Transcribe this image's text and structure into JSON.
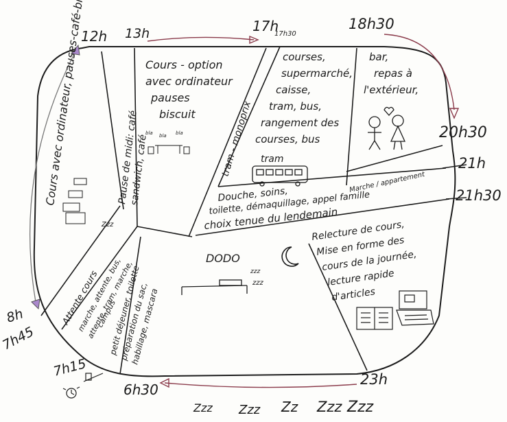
{
  "times": {
    "t12h": "12h",
    "t13h": "13h",
    "t17h": "17h",
    "t17h30": "17h30",
    "t18h30": "18h30",
    "t20h30": "20h30",
    "t21h": "21h",
    "t21h30": "21h30",
    "t23h": "23h",
    "t6h30": "6h30",
    "t7h15": "7h15",
    "t7h45": "7h45",
    "t8h": "8h"
  },
  "sections": {
    "morning_classes": "Cours avec ordinateur, pauses-café-biscuits",
    "lunch_line1": "Pause de midi: café",
    "lunch_line2": "sandwich, café",
    "afternoon_line1": "Cours - option",
    "afternoon_line2": "avec ordinateur",
    "afternoon_line3": "pauses",
    "afternoon_line4": "biscuit",
    "tram_monoprix": "tram - monoprix",
    "shopping_line1": "courses,",
    "shopping_line2": "supermarché,",
    "shopping_line3": "caisse,",
    "shopping_line4": "tram, bus,",
    "shopping_line5": "rangement des",
    "shopping_line6": "courses, bus",
    "tram_label": "tram",
    "bar_line1": "bar,",
    "bar_line2": "repas à",
    "bar_line3": "l'extérieur,",
    "walk_home": "Marche / appartement",
    "evening_line1": "Douche, soins,",
    "evening_line2": "toilette, démaquillage, appel famille",
    "evening_line3": "choix tenue du lendemain",
    "dodo": "DODO",
    "sleep_zzz": "zzz",
    "review_line1": "Relecture de cours,",
    "review_line2": "Mise en forme des",
    "review_line3": "cours de la journée,",
    "review_line4": "lecture rapide",
    "review_line5": "d'articles",
    "commute_line1": "Attente cours",
    "commute_line2": "marche, attente, bus,",
    "commute_line3": "attente, tram, marche,",
    "commute_line4": "campus",
    "prep_line1": "petit déjeuner, toilette",
    "prep_line2": "préparation du sac,",
    "prep_line3": "habillage, mascara",
    "bla1": "bla",
    "bla2": "bla",
    "bla3": "bla",
    "bottom_z1": "Zzz",
    "bottom_z2": "Zzz",
    "bottom_z3": "Zz",
    "bottom_z4": "Zzz",
    "bottom_z5": "Zzz",
    "commute_zzz": "Zzz"
  },
  "colors": {
    "ink": "#1b1b1b",
    "arrow": "#8a3a4a"
  }
}
